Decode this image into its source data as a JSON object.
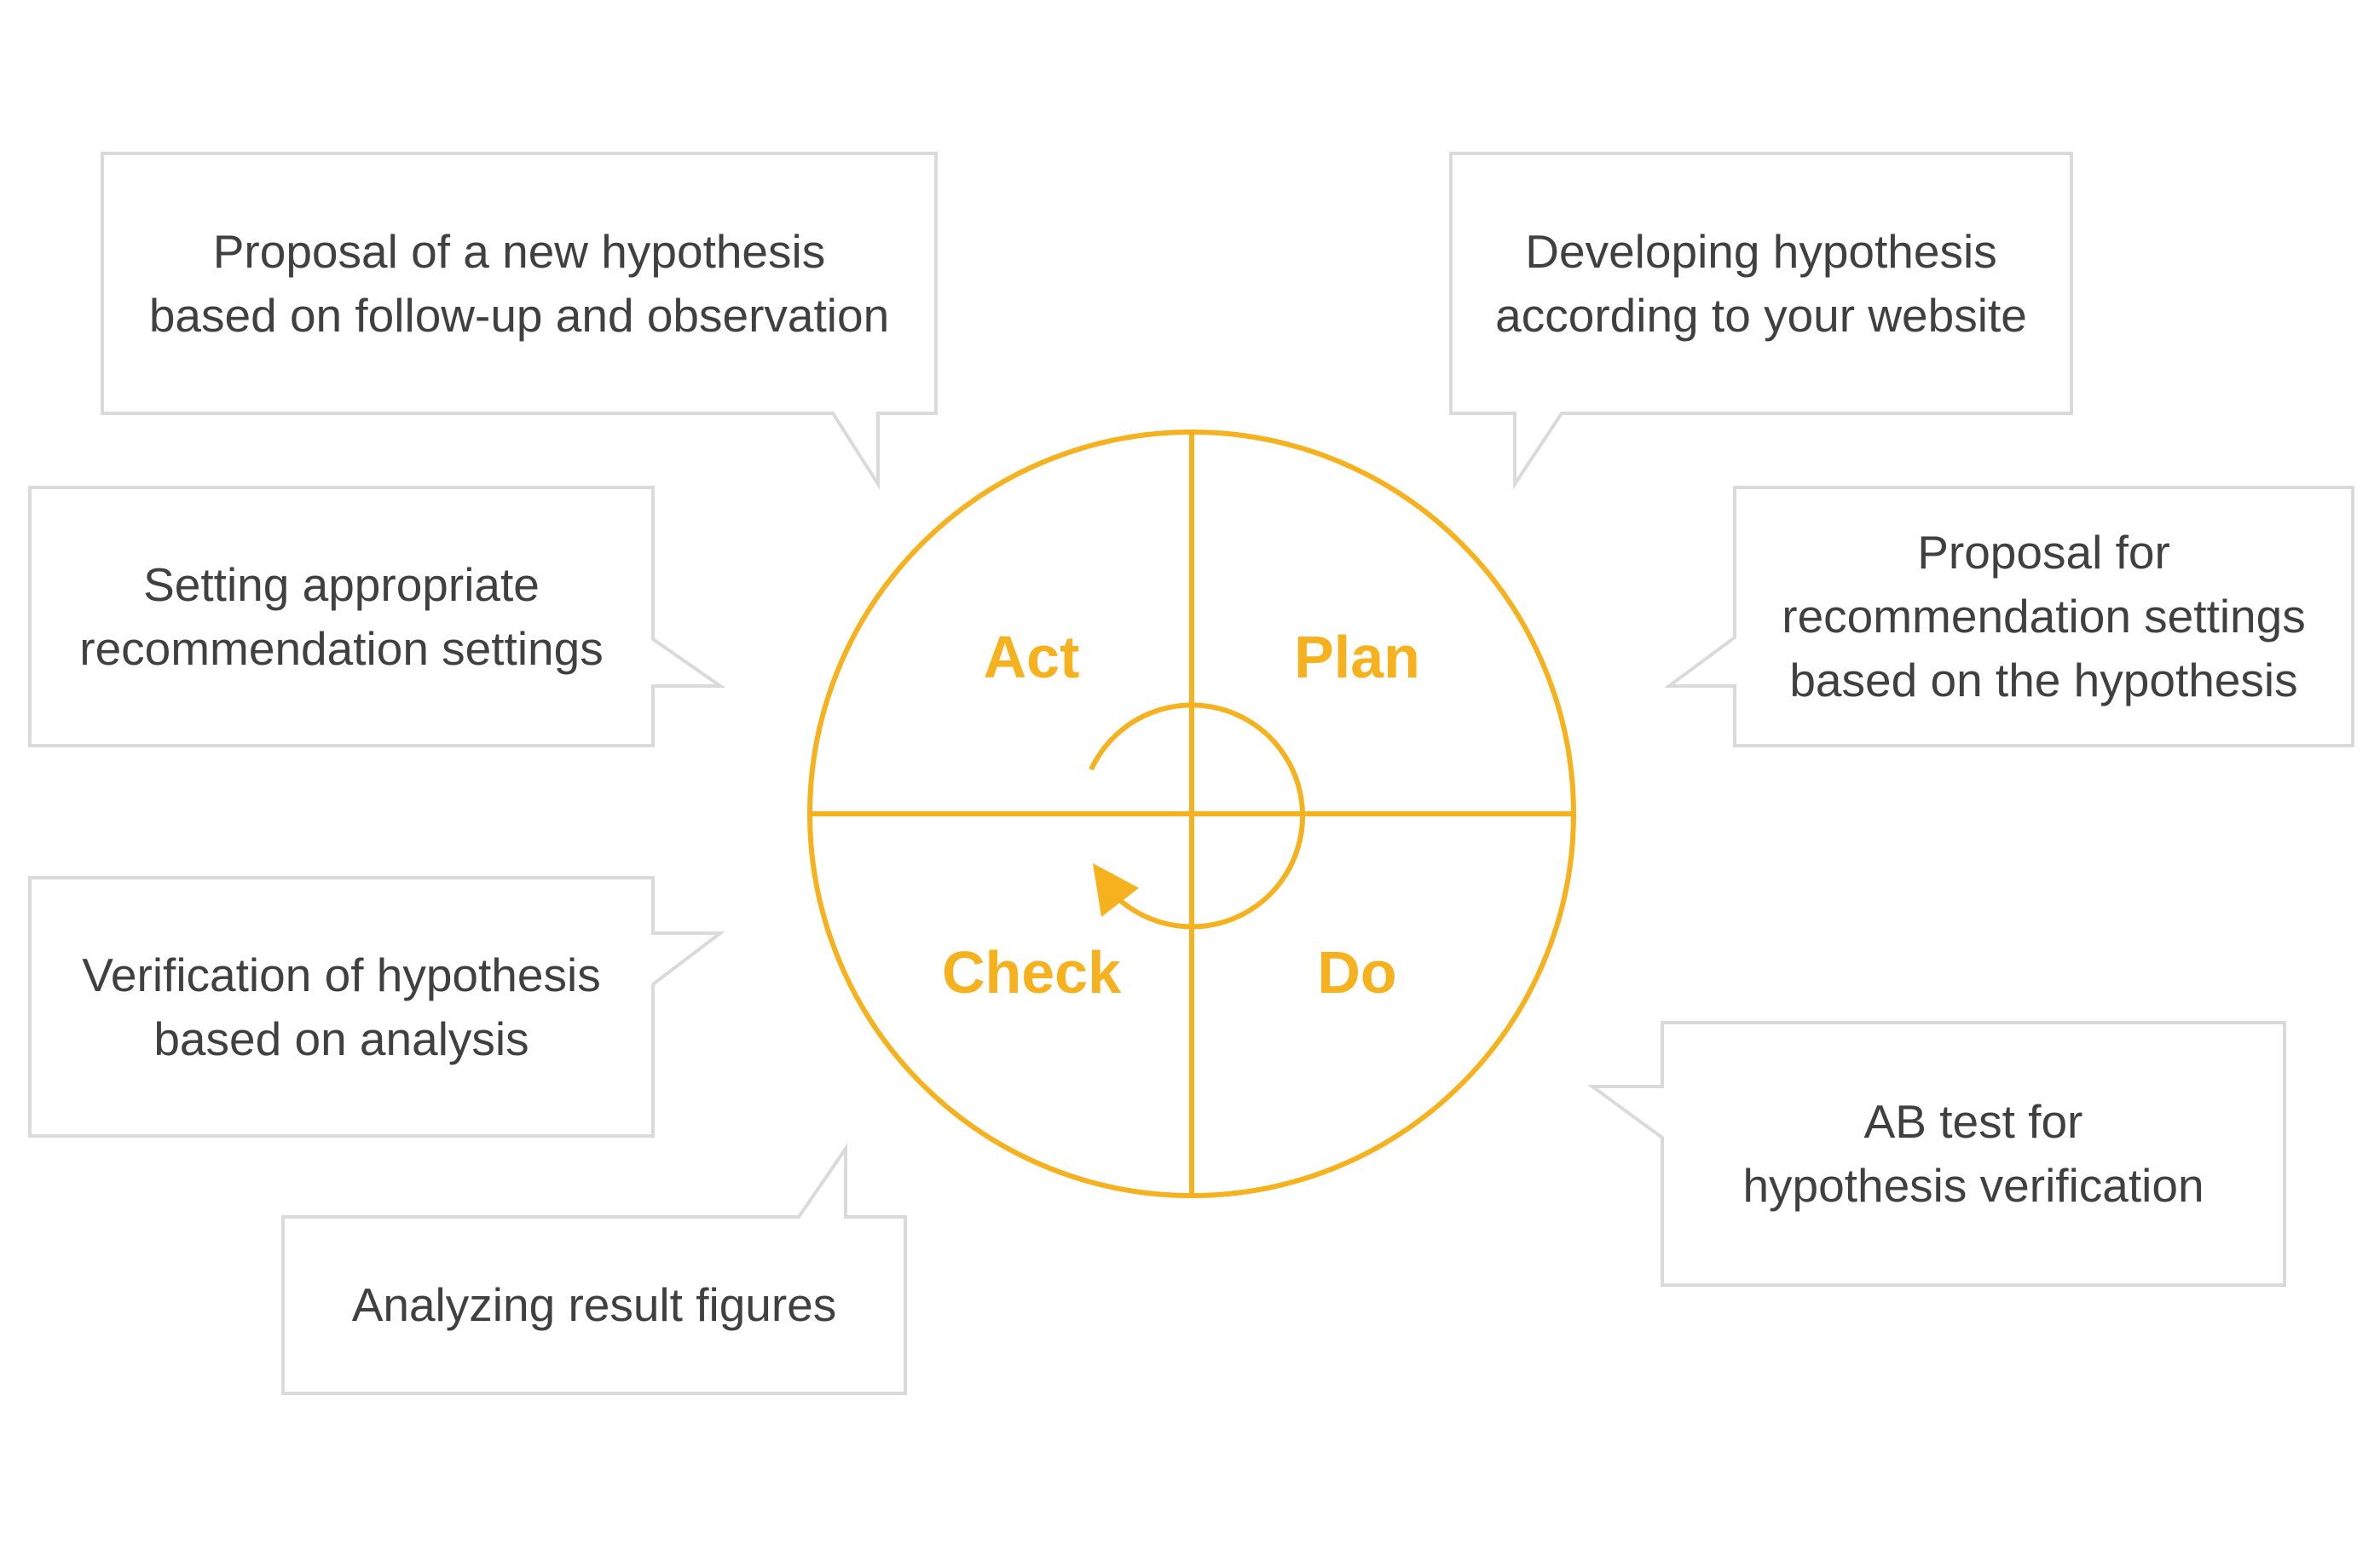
{
  "colors": {
    "accent": "#F5B21E",
    "box_border": "#DADADA",
    "text": "#404040"
  },
  "cycle": {
    "act": "Act",
    "plan": "Plan",
    "check": "Check",
    "do": "Do"
  },
  "callouts": {
    "proposal_new": "Proposal of a new hypothesis\nbased on follow-up and observation",
    "developing": "Developing hypothesis\naccording to your website",
    "setting": "Setting appropriate\nrecommendation settings",
    "proposal_settings": "Proposal for\nrecommendation settings\nbased on the hypothesis",
    "verification": "Verification of hypothesis\nbased on analysis",
    "ab_test": "AB test for\nhypothesis verification",
    "analyzing": "Analyzing result figures"
  }
}
